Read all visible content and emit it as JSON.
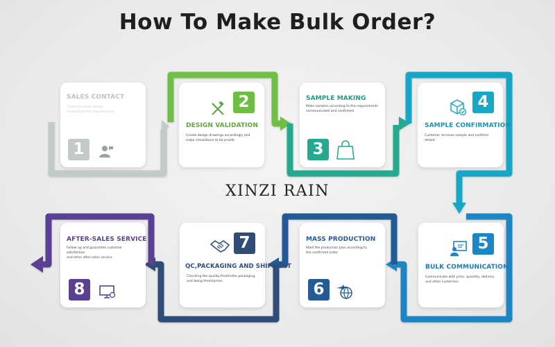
{
  "title": "How To Make Bulk Order?",
  "watermark": "XINZI RAIN",
  "colors": {
    "step1": "#c2cbca",
    "step2": "#6fbe44",
    "step3": "#25a98f",
    "step4": "#19a7c7",
    "step5": "#1d86c4",
    "step6": "#245a95",
    "step7": "#2e4d78",
    "step8": "#5a3f93"
  },
  "steps": [
    {
      "number": "1",
      "title": "SALES CONTACT",
      "description": "Communication design\nUnderstand the requirements",
      "icon": "customer-service-icon"
    },
    {
      "number": "2",
      "title": "DESIGN VALIDATION",
      "description": "Create design drawings accordingly and\nmake simulations to be proofe",
      "icon": "design-tools-icon"
    },
    {
      "number": "3",
      "title": "SAMPLE MAKING",
      "description": "Make samples according to the requirements\ncommunicated and confirmed",
      "icon": "shopping-bag-icon"
    },
    {
      "number": "4",
      "title": "SAMPLE CONFIRMATION",
      "description": "Customer receives sample and confirms details",
      "icon": "package-check-icon"
    },
    {
      "number": "5",
      "title": "BULK COMMUNICATION",
      "description": "Communicate with price, quantity, delivery\nand other customers",
      "icon": "presentation-icon"
    },
    {
      "number": "6",
      "title": "MASS PRODUCTION",
      "description": "Start the production plan according to\nthe confirmed order",
      "icon": "global-shipping-icon"
    },
    {
      "number": "7",
      "title": "QC,PACKAGING AND SHIPMENT",
      "description": "Checking the quality,finishinthe packaging,\nand doing theshipmen",
      "icon": "handshake-icon"
    },
    {
      "number": "8",
      "title": "AFTER-SALES SERVICE",
      "description": "Follow up and guarantee customer satisfaction\nand other after-sales service",
      "icon": "computer-icon"
    }
  ]
}
